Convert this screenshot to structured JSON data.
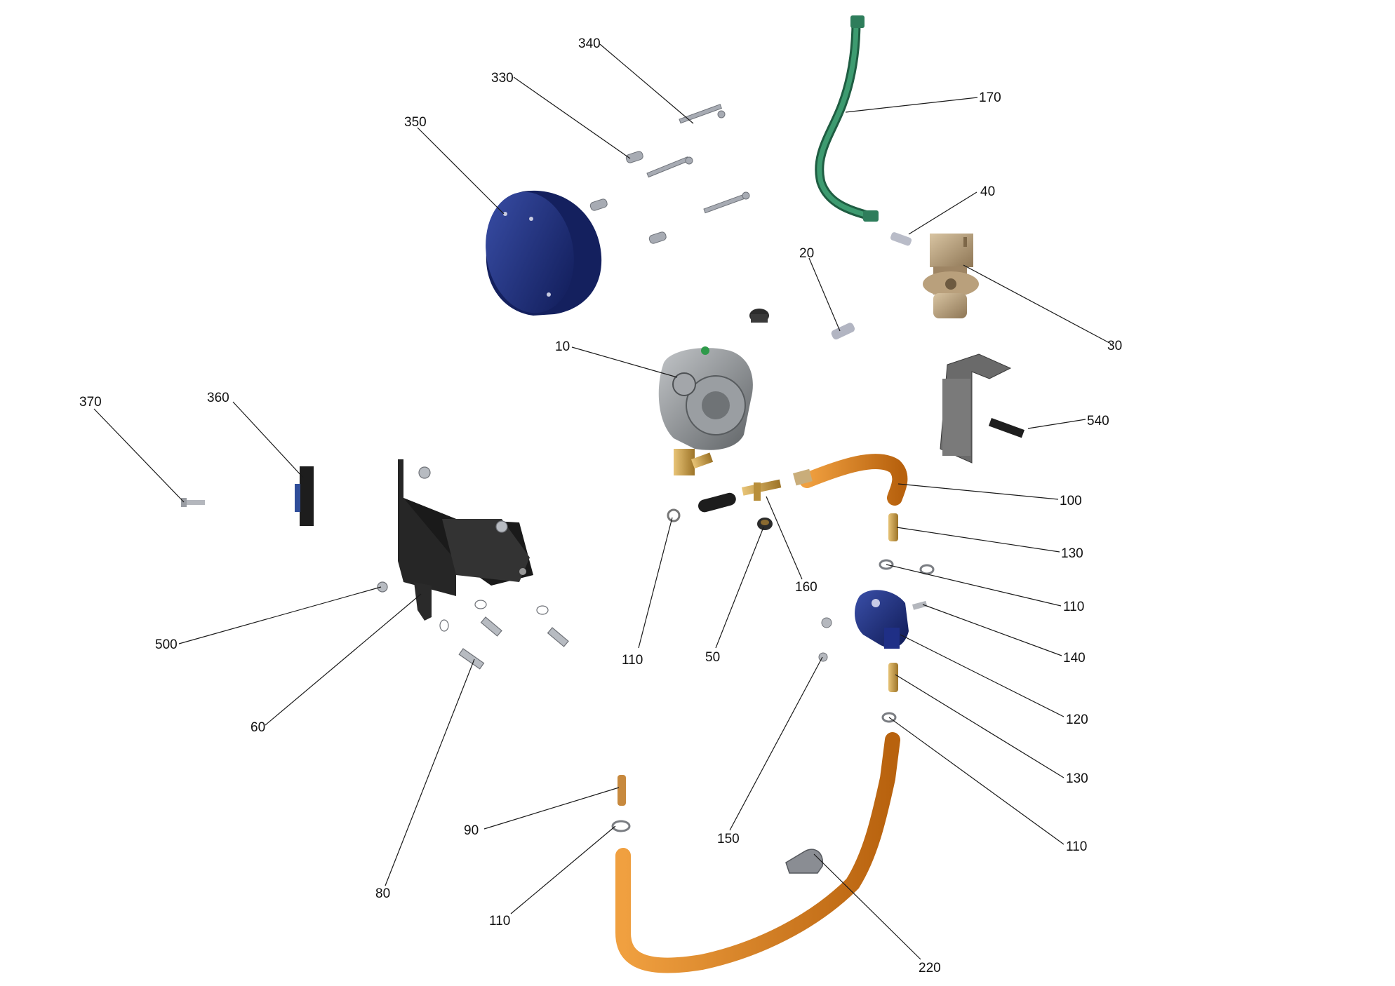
{
  "callouts": [
    {
      "id": "c340",
      "label": "340"
    },
    {
      "id": "c330",
      "label": "330"
    },
    {
      "id": "c350",
      "label": "350"
    },
    {
      "id": "c170",
      "label": "170"
    },
    {
      "id": "c40",
      "label": "40"
    },
    {
      "id": "c20",
      "label": "20"
    },
    {
      "id": "c30",
      "label": "30"
    },
    {
      "id": "c10",
      "label": "10"
    },
    {
      "id": "c540",
      "label": "540"
    },
    {
      "id": "c370",
      "label": "370"
    },
    {
      "id": "c360",
      "label": "360"
    },
    {
      "id": "c100",
      "label": "100"
    },
    {
      "id": "c160",
      "label": "160"
    },
    {
      "id": "c130a",
      "label": "130"
    },
    {
      "id": "c110a",
      "label": "110"
    },
    {
      "id": "c110b",
      "label": "110"
    },
    {
      "id": "c50",
      "label": "50"
    },
    {
      "id": "c140",
      "label": "140"
    },
    {
      "id": "c500",
      "label": "500"
    },
    {
      "id": "c120",
      "label": "120"
    },
    {
      "id": "c60",
      "label": "60"
    },
    {
      "id": "c130b",
      "label": "130"
    },
    {
      "id": "c150",
      "label": "150"
    },
    {
      "id": "c110c",
      "label": "110"
    },
    {
      "id": "c90",
      "label": "90"
    },
    {
      "id": "c80",
      "label": "80"
    },
    {
      "id": "c110d",
      "label": "110"
    },
    {
      "id": "c220",
      "label": "220"
    }
  ],
  "colors": {
    "cover_blue": "#1c2f7a",
    "hose_orange": "#d9821f",
    "hose_green": "#2e7d5b",
    "regulator_gray": "#8a8e92",
    "brass": "#c9a14a",
    "bracket_black": "#2a2a2a",
    "hardware_silver": "#b9bcc2",
    "valve_blue": "#1f2f86",
    "solenoid_tan": "#b9a07c"
  }
}
